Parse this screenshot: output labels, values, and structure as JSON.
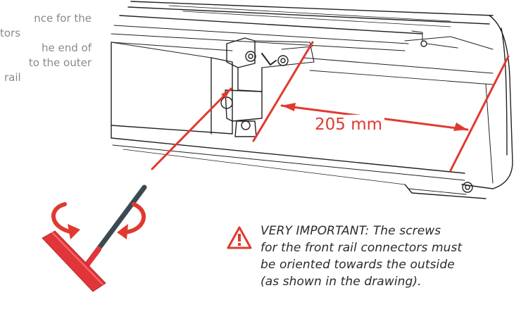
{
  "side_note": {
    "lines": [
      "nce for the",
      "tors",
      "he end of",
      "to the outer",
      "rail"
    ]
  },
  "dimension": {
    "label": "205 mm"
  },
  "warning": {
    "lines": [
      "VERY IMPORTANT: The screws",
      "for the front rail connectors must",
      "be oriented towards the outside",
      "(as shown in the drawing)."
    ]
  },
  "colors": {
    "accent_red": "#e03a2f",
    "tool_handle": "#e0363a",
    "tool_shaft": "#3a4a50",
    "line_art": "#222222",
    "side_text": "#8a8a8a",
    "warning_text": "#2b2b2b"
  },
  "icons": [
    "warning-triangle-icon",
    "rotate-arrow-icon"
  ]
}
